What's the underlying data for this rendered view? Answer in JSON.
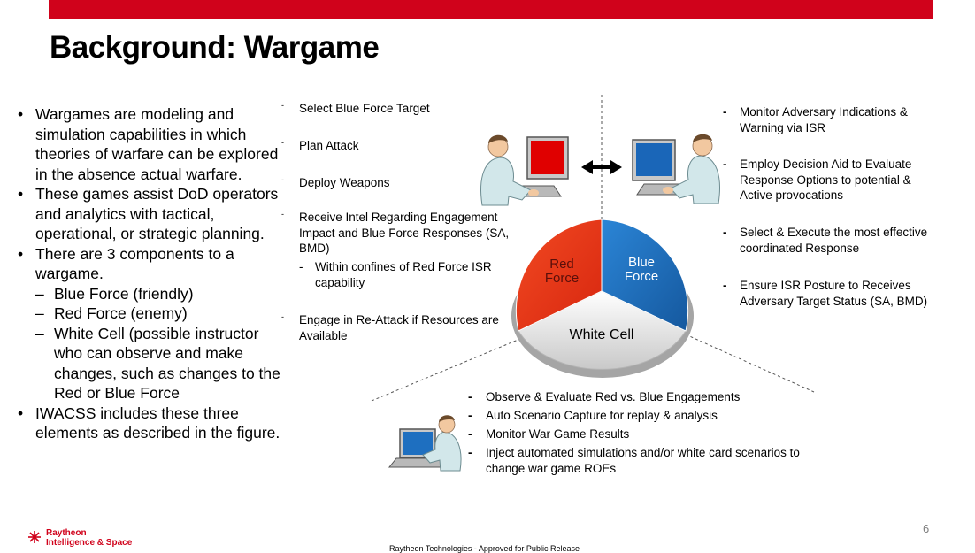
{
  "slide": {
    "title": "Background: Wargame",
    "page_number": "6",
    "footer_note": "Raytheon Technologies - Approved for Public Release",
    "brand": {
      "line1": "Raytheon",
      "line2": "Intelligence & Space",
      "color": "#d0021b"
    },
    "accent_color": "#d0021b"
  },
  "left_bullets": {
    "b1": "Wargames are modeling and simulation capabilities in which theories of warfare can be explored in the absence actual warfare.",
    "b2": "These games assist DoD operators and analytics  with tactical, operational, or strategic planning.",
    "b3": "There are 3 components to a wargame.",
    "b3_sub1": "Blue Force (friendly)",
    "b3_sub2": "Red Force (enemy)",
    "b3_sub3": "White Cell (possible instructor who can observe and make changes, such as changes to the Red or Blue Force",
    "b4": "IWACSS includes these three elements as described in the figure."
  },
  "red_force_steps": {
    "s1": "Select Blue Force Target",
    "s2": "Plan Attack",
    "s3": "Deploy Weapons",
    "s4": "Receive Intel Regarding Engagement Impact and Blue Force Responses (SA, BMD)",
    "s4_sub": "Within confines of Red Force ISR capability",
    "s5": "Engage in Re-Attack if Resources are Available"
  },
  "blue_force_steps": {
    "s1": "Monitor Adversary Indications & Warning via ISR",
    "s2": "Employ Decision Aid to Evaluate Response Options to potential & Active provocations",
    "s3": "Select & Execute the most effective coordinated Response",
    "s4": "Ensure ISR Posture to Receives Adversary Target Status (SA, BMD)"
  },
  "white_cell_steps": {
    "s1": "Observe & Evaluate Red vs. Blue Engagements",
    "s2": "Auto Scenario Capture for replay & analysis",
    "s3": "Monitor War Game Results",
    "s4": "Inject automated simulations and/or white card scenarios to change war game ROEs"
  },
  "diagram": {
    "red_label_1": "Red",
    "red_label_2": "Force",
    "blue_label_1": "Blue",
    "blue_label_2": "Force",
    "white_label": "White Cell",
    "red_color": "#e8381a",
    "blue_color": "#1f6fc2",
    "white_color": "#e6e6e6",
    "red_label_color": "#5a0f0a",
    "blue_label_color": "#ffffff"
  },
  "icons": {
    "red_operator": "operator-at-red-screen-icon",
    "blue_operator": "operator-at-blue-screen-icon",
    "white_operator": "operator-at-laptop-icon",
    "exchange": "double-arrow-icon",
    "brand": "raytheon-logo-icon"
  }
}
